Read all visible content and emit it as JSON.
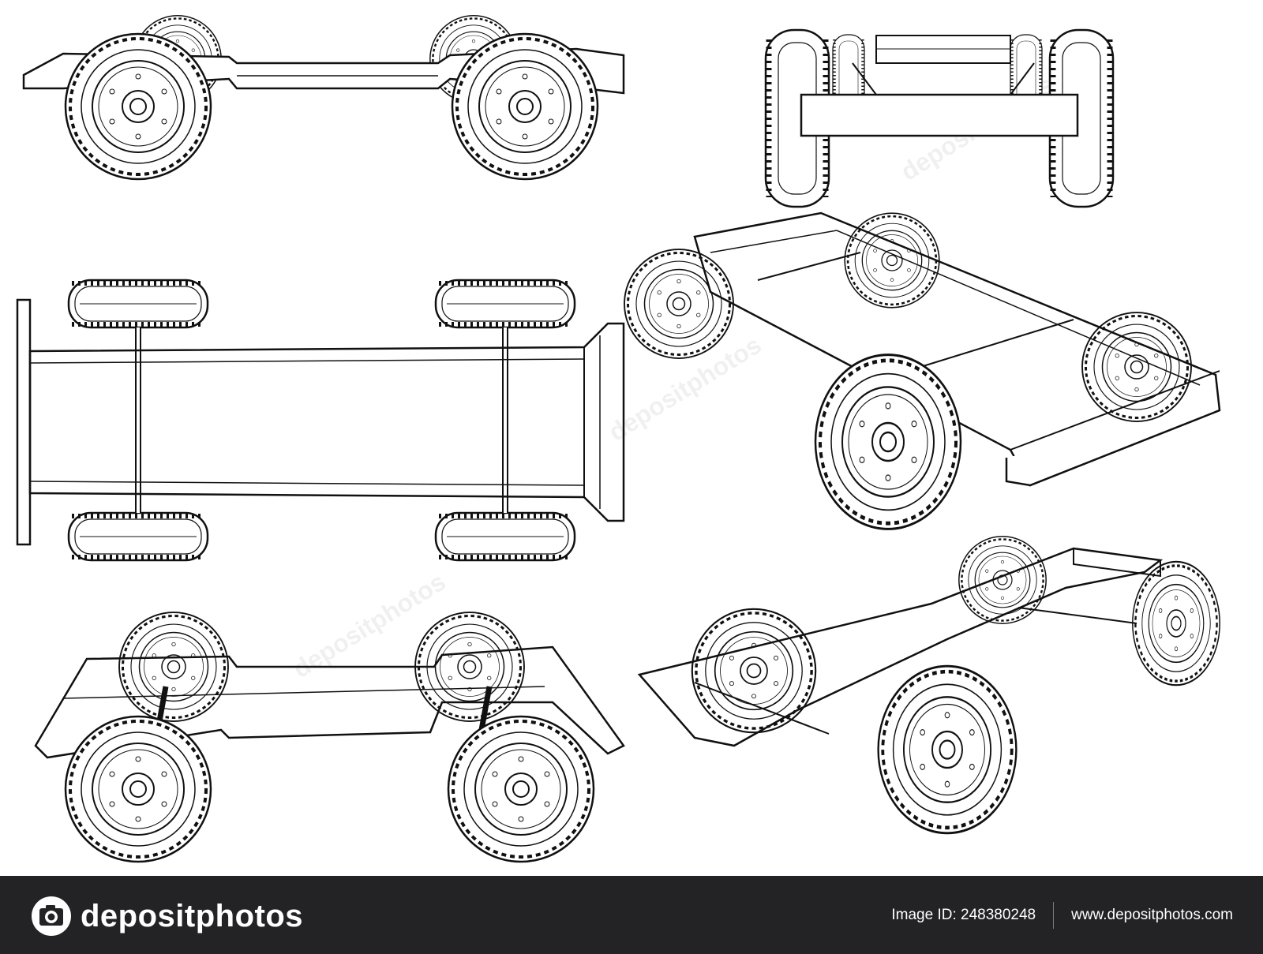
{
  "footer": {
    "logo_text": "depositphotos",
    "image_id_label": "Image ID: 248380248",
    "site_url": "www.depositphotos.com"
  },
  "watermark": {
    "text": "depositphotos"
  },
  "colors": {
    "footer_bg": "#232325",
    "line": "#111111",
    "paper": "#ffffff"
  },
  "icons": {
    "logo": "camera-aperture-icon"
  }
}
